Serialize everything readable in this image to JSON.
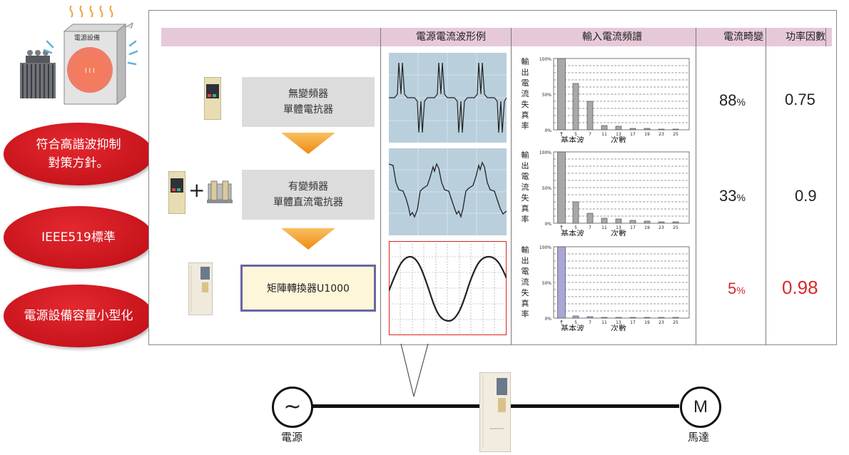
{
  "equipment_label": "電源設備",
  "bubbles": [
    "符合高諧波抑制\n對策方針。",
    "IEEE519標準",
    "電源設備容量小型化"
  ],
  "columns": {
    "waveform": "電源電流波形例",
    "spectrum": "輸入電流頻譜",
    "distortion": "電流畸變",
    "power_factor": "功率因數"
  },
  "rows": [
    {
      "method_line1": "無變頻器",
      "method_line2": "單體電抗器",
      "distortion": "88",
      "distortion_unit": "%",
      "power_factor": "0.75"
    },
    {
      "method_line1": "有變頻器",
      "method_line2": "單體直流電抗器",
      "distortion": "33",
      "distortion_unit": "%",
      "power_factor": "0.9"
    },
    {
      "method_line1": "矩陣轉換器U1000",
      "method_line2": "",
      "distortion": "5",
      "distortion_unit": "%",
      "power_factor": "0.98"
    }
  ],
  "plus_sign": "+",
  "chart_data": [
    {
      "type": "bar",
      "ylabel": "輸出電流失真率",
      "ytick_labels": [
        "100%",
        "50%",
        "0%"
      ],
      "ylim": [
        0,
        100
      ],
      "categories": [
        "1",
        "5",
        "7",
        "11",
        "13",
        "17",
        "19",
        "23",
        "25"
      ],
      "values": [
        100,
        65,
        40,
        6,
        5,
        2,
        2,
        1,
        1
      ],
      "xlabel_left": "基本波",
      "xlabel_right": "次數",
      "bar_color": "#a8a8a8"
    },
    {
      "type": "bar",
      "ylabel": "輸出電流失真率",
      "ytick_labels": [
        "100%",
        "50%",
        "0%"
      ],
      "ylim": [
        0,
        100
      ],
      "categories": [
        "1",
        "5",
        "7",
        "11",
        "13",
        "17",
        "19",
        "23",
        "25"
      ],
      "values": [
        100,
        30,
        14,
        7,
        6,
        4,
        3,
        2,
        2
      ],
      "xlabel_left": "基本波",
      "xlabel_right": "次數",
      "bar_color": "#a8a8a8"
    },
    {
      "type": "bar",
      "ylabel": "輸出電流失真率",
      "ytick_labels": [
        "100%",
        "50%",
        "0%"
      ],
      "ylim": [
        0,
        100
      ],
      "categories": [
        "1",
        "5",
        "7",
        "11",
        "13",
        "17",
        "19",
        "23",
        "25"
      ],
      "values": [
        100,
        3,
        2,
        1,
        1,
        1,
        1,
        1,
        1
      ],
      "xlabel_left": "基本波",
      "xlabel_right": "次數",
      "bar_color": "#a9a6d8"
    }
  ],
  "bottom": {
    "source_label": "電源",
    "source_symbol": "~",
    "motor_symbol": "M",
    "motor_label": "馬達"
  },
  "colors": {
    "header": "#e6c9d9",
    "bubble": "#c8141c",
    "arrow": "#f29a1f",
    "accent_red": "#d62a2a",
    "u1000_border": "#6a65a8",
    "u1000_fill": "#fdf6d9"
  }
}
